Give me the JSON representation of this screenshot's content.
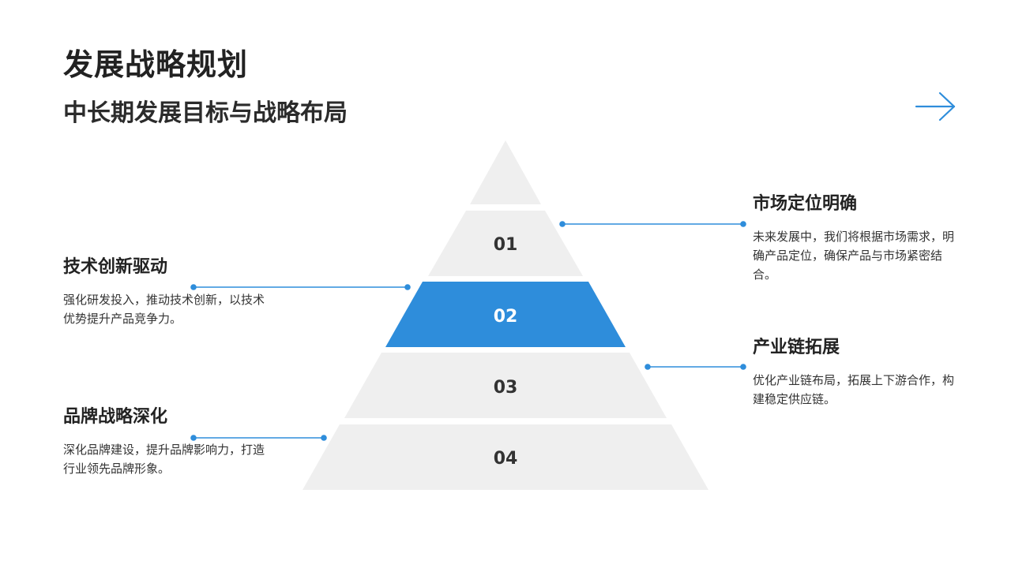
{
  "header": {
    "title": "发展战略规划",
    "subtitle": "中长期发展目标与战略布局"
  },
  "navigation": {
    "next_icon": "arrow-right-icon"
  },
  "colors": {
    "accent": "#2e8ddb",
    "layer_fill": "#efefef",
    "text_dark": "#222222",
    "connector": "#2e8ddb"
  },
  "pyramid": {
    "layers": [
      {
        "label": "",
        "highlighted": false
      },
      {
        "label": "01",
        "highlighted": false
      },
      {
        "label": "02",
        "highlighted": true
      },
      {
        "label": "03",
        "highlighted": false
      },
      {
        "label": "04",
        "highlighted": false
      }
    ]
  },
  "callouts": {
    "left": [
      {
        "heading": "技术创新驱动",
        "body": "强化研发投入，推动技术创新，以技术优势提升产品竞争力。"
      },
      {
        "heading": "品牌战略深化",
        "body": "深化品牌建设，提升品牌影响力，打造行业领先品牌形象。"
      }
    ],
    "right": [
      {
        "heading": "市场定位明确",
        "body": "未来发展中，我们将根据市场需求，明确产品定位，确保产品与市场紧密结合。"
      },
      {
        "heading": "产业链拓展",
        "body": "优化产业链布局，拓展上下游合作，构建稳定供应链。"
      }
    ]
  }
}
